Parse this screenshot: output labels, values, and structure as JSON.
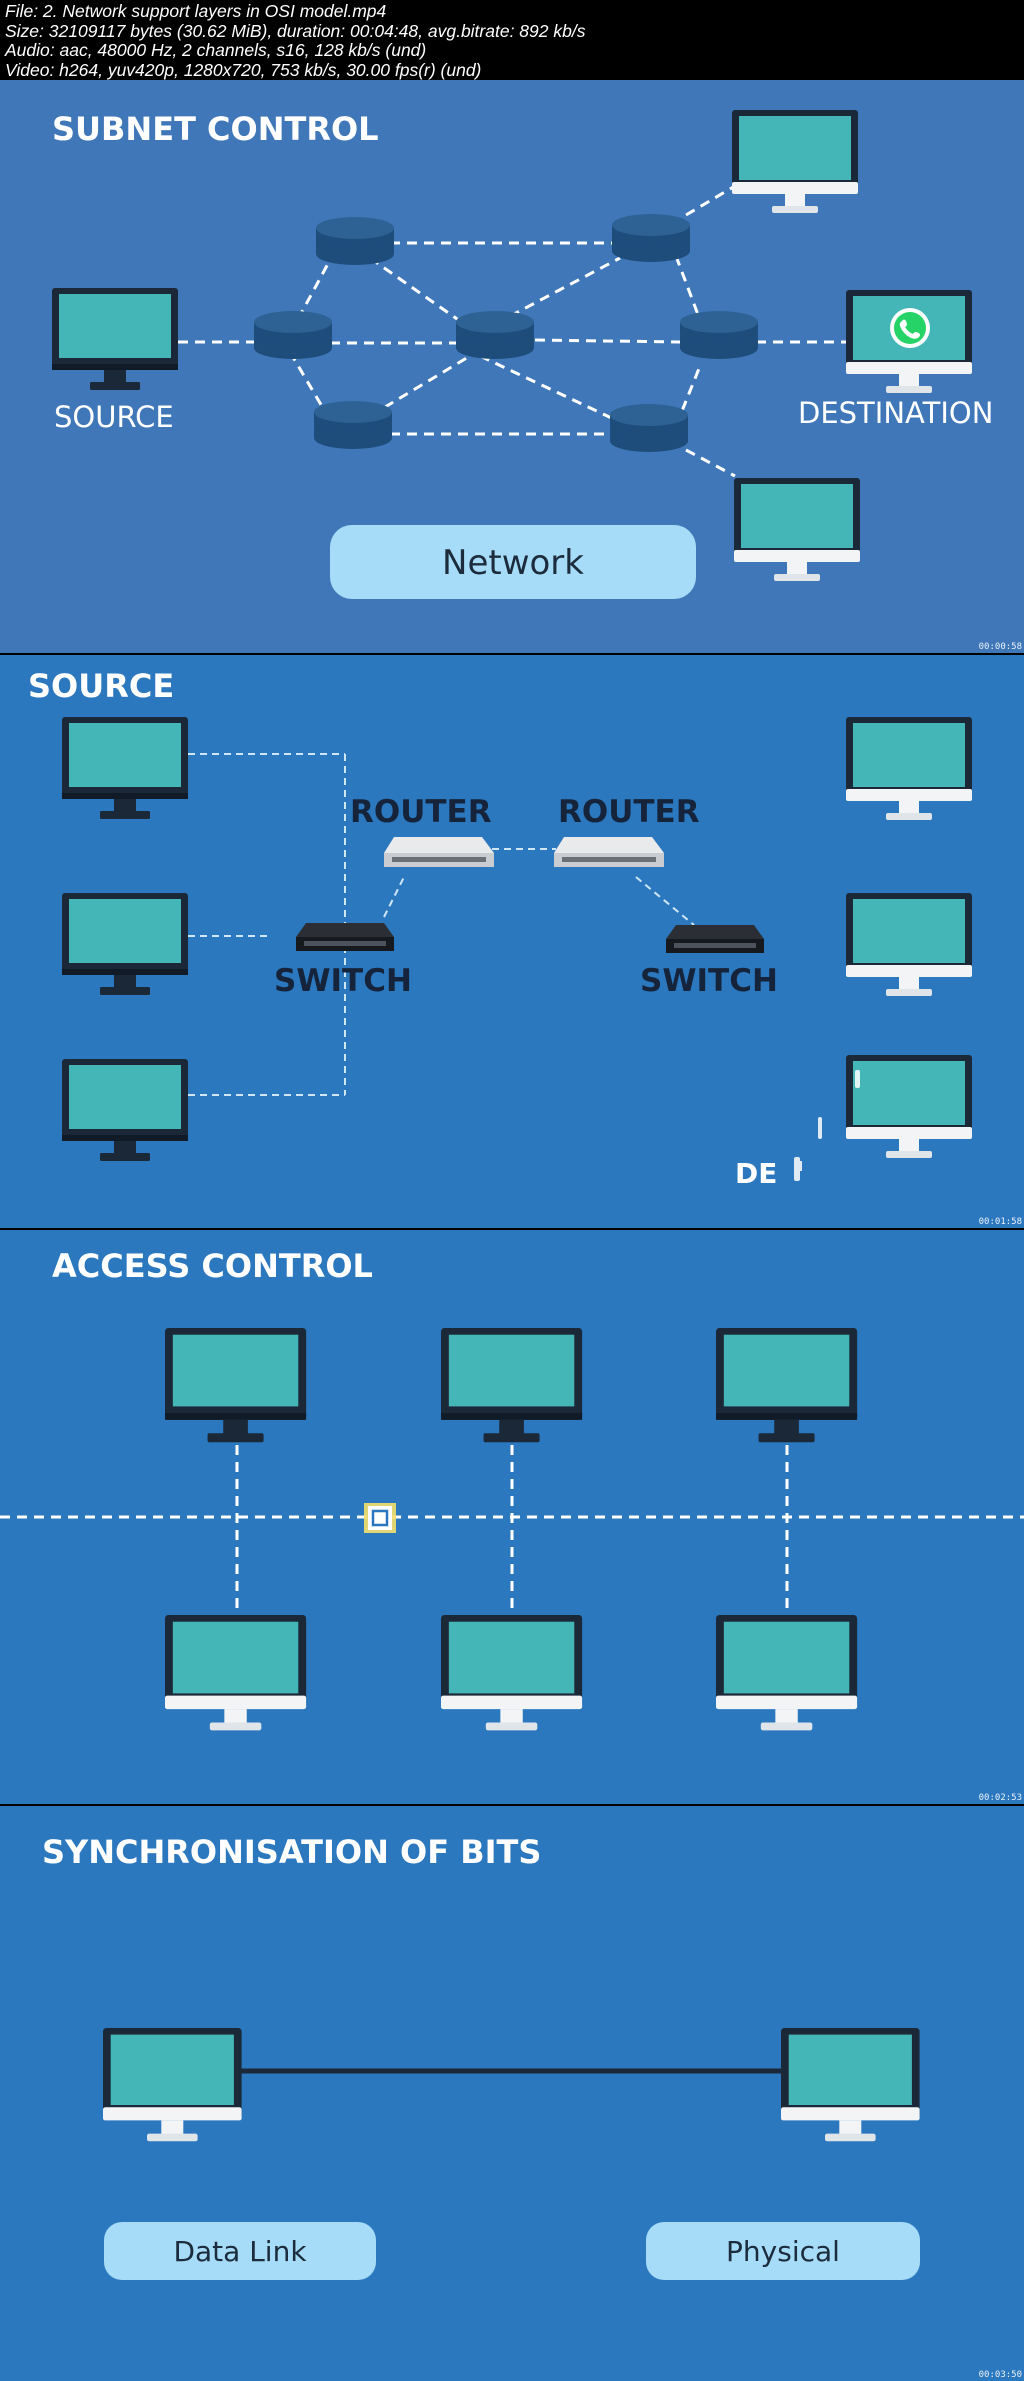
{
  "file_info": {
    "line1": "File: 2. Network support layers in OSI model.mp4",
    "line2": "Size: 32109117 bytes (30.62 MiB), duration: 00:04:48, avg.bitrate: 892 kb/s",
    "line3": "Audio: aac, 48000 Hz, 2 channels, s16, 128 kb/s (und)",
    "line4": "Video: h264, yuv420p, 1280x720, 753 kb/s, 30.00 fps(r) (und)"
  },
  "frames": [
    {
      "title": "SUBNET CONTROL",
      "source_label": "SOURCE",
      "destination_label": "DESTINATION",
      "network_label": "Network",
      "timestamp": "00:00:58",
      "app_icon": "whatsapp-icon"
    },
    {
      "title": "SOURCE",
      "router_left_label": "ROUTER",
      "router_right_label": "ROUTER",
      "switch_left_label": "SWITCH",
      "switch_right_label": "SWITCH",
      "partial_text": "DE",
      "timestamp": "00:01:58"
    },
    {
      "title": "ACCESS CONTROL",
      "timestamp": "00:02:53"
    },
    {
      "title": "SYNCHRONISATION OF BITS",
      "data_link_label": "Data Link",
      "physical_label": "Physical",
      "timestamp": "00:03:50"
    }
  ],
  "colors": {
    "frame1_bg": "#3f77b8",
    "frame_bg": "#2b78bf",
    "screen": "#45b6b8",
    "monitor_dark": "#1b2838",
    "monitor_white": "#f2f4f6",
    "pill": "#a6dcf7",
    "router_node": "#27598a"
  }
}
